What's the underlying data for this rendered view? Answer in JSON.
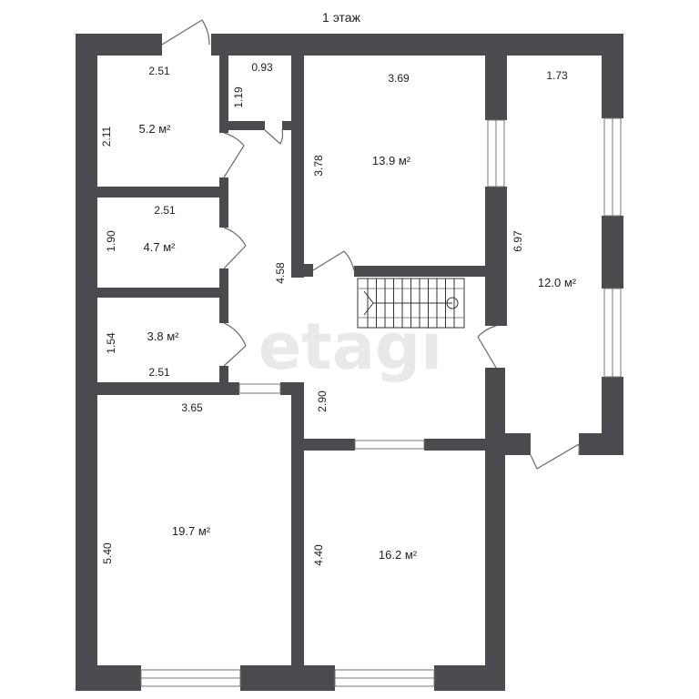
{
  "floor_title": "1 этаж",
  "watermark": "etagi",
  "colors": {
    "wall": "#4a4b4f",
    "background": "#ffffff",
    "text": "#222222",
    "door": "#6a6a6a"
  },
  "rooms": [
    {
      "id": "r52",
      "area": "5.2 м²",
      "width": "2.51",
      "height": "2.11"
    },
    {
      "id": "r093",
      "width": "0.93",
      "height": "1.19"
    },
    {
      "id": "r139",
      "area": "13.9 м²",
      "width": "3.69",
      "height": "3.78"
    },
    {
      "id": "r120",
      "area": "12.0 м²",
      "width": "1.73",
      "height": "6.97"
    },
    {
      "id": "r47",
      "area": "4.7 м²",
      "width": "2.51",
      "height": "1.90"
    },
    {
      "id": "r38",
      "area": "3.8 м²",
      "width": "2.51",
      "height": "1.54"
    },
    {
      "id": "hall",
      "height": "4.58"
    },
    {
      "id": "stairhall",
      "height": "2.90"
    },
    {
      "id": "r197",
      "area": "19.7 м²",
      "width": "3.65",
      "height": "5.40"
    },
    {
      "id": "r162",
      "area": "16.2 м²",
      "height": "4.40"
    }
  ]
}
